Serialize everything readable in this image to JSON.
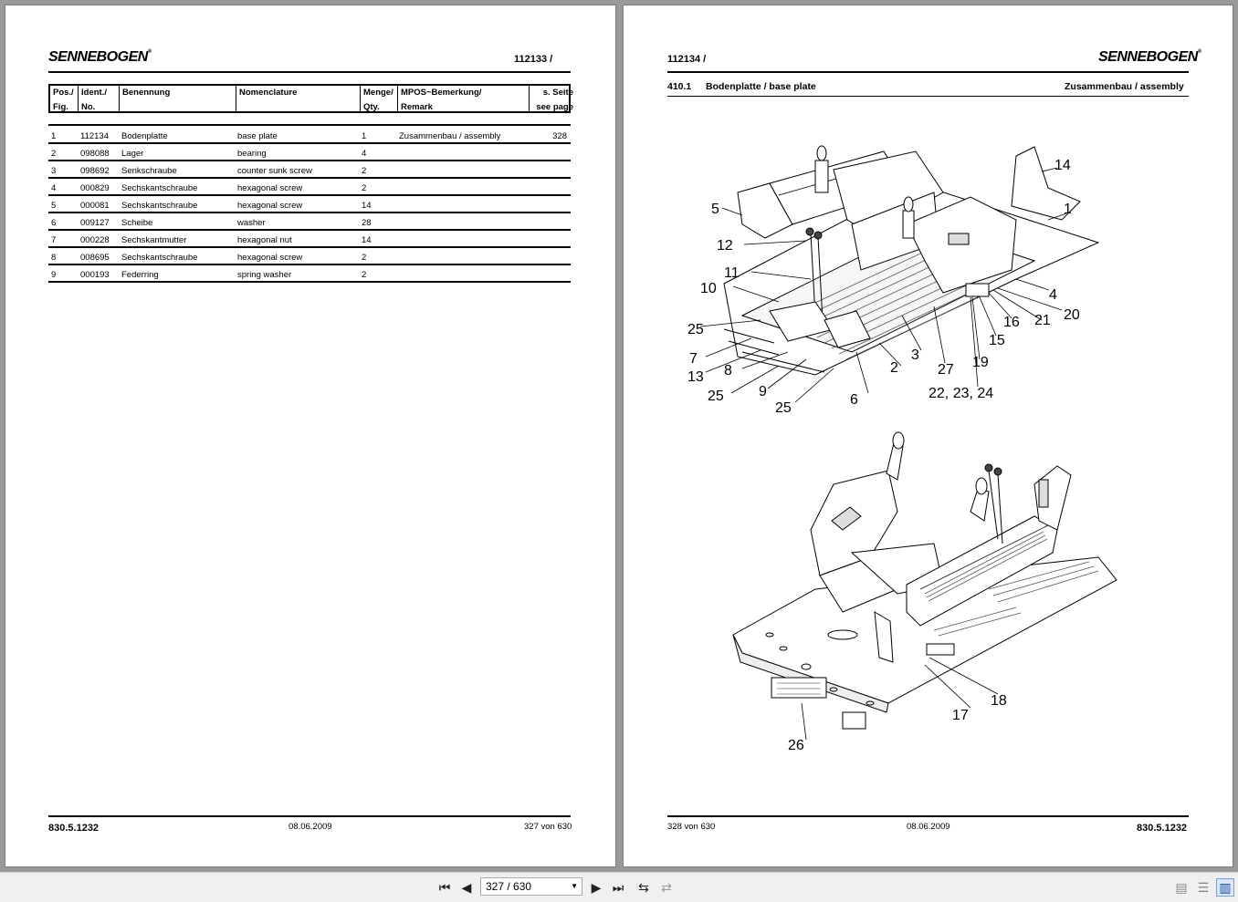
{
  "left_page": {
    "logo": "SENNEBOGEN",
    "doc_number": "112133 /",
    "table": {
      "headers": [
        [
          "Pos./",
          "Fig."
        ],
        [
          "Ident./",
          "No."
        ],
        [
          "Benennung",
          ""
        ],
        [
          "Nomenclature",
          ""
        ],
        [
          "Menge/",
          "Qty."
        ],
        [
          "MPOS~Bemerkung/",
          "Remark"
        ],
        [
          "s. Seite",
          "see page"
        ]
      ],
      "rows": [
        {
          "pos": "1",
          "ident": "112134",
          "benennung": "Bodenplatte",
          "nomenclature": "base plate",
          "qty": "1",
          "remark": "Zusammenbau / assembly",
          "page": "328"
        },
        {
          "pos": "2",
          "ident": "098088",
          "benennung": "Lager",
          "nomenclature": "bearing",
          "qty": "4",
          "remark": "",
          "page": ""
        },
        {
          "pos": "3",
          "ident": "098692",
          "benennung": "Senkschraube",
          "nomenclature": "counter sunk screw",
          "qty": "2",
          "remark": "",
          "page": ""
        },
        {
          "pos": "4",
          "ident": "000829",
          "benennung": "Sechskantschraube",
          "nomenclature": "hexagonal screw",
          "qty": "2",
          "remark": "",
          "page": ""
        },
        {
          "pos": "5",
          "ident": "000081",
          "benennung": "Sechskantschraube",
          "nomenclature": "hexagonal screw",
          "qty": "14",
          "remark": "",
          "page": ""
        },
        {
          "pos": "6",
          "ident": "009127",
          "benennung": "Scheibe",
          "nomenclature": "washer",
          "qty": "28",
          "remark": "",
          "page": ""
        },
        {
          "pos": "7",
          "ident": "000228",
          "benennung": "Sechskantmutter",
          "nomenclature": "hexagonal nut",
          "qty": "14",
          "remark": "",
          "page": ""
        },
        {
          "pos": "8",
          "ident": "008695",
          "benennung": "Sechskantschraube",
          "nomenclature": "hexagonal screw",
          "qty": "2",
          "remark": "",
          "page": ""
        },
        {
          "pos": "9",
          "ident": "000193",
          "benennung": "Federring",
          "nomenclature": "spring washer",
          "qty": "2",
          "remark": "",
          "page": ""
        }
      ]
    },
    "footer": {
      "doc": "830.5.1232",
      "date": "08.06.2009",
      "page": "327 von 630"
    }
  },
  "right_page": {
    "logo": "SENNEBOGEN",
    "doc_number": "112134 /",
    "section_number": "410.1",
    "section_title": "Bodenplatte / base plate",
    "section_right": "Zusammenbau / assembly",
    "callouts_top": [
      "14",
      "1",
      "5",
      "12",
      "11",
      "10",
      "4",
      "20",
      "16",
      "21",
      "15",
      "19",
      "3",
      "27",
      "2",
      "25",
      "7",
      "13",
      "8",
      "25",
      "9",
      "25",
      "6",
      "22, 23, 24"
    ],
    "callouts_bottom": [
      "18",
      "17",
      "26"
    ],
    "footer": {
      "page": "328 von 630",
      "date": "08.06.2009",
      "doc": "830.5.1232"
    }
  },
  "toolbar": {
    "page_indicator": "327 / 630",
    "icons": [
      "first-page-icon",
      "prev-page-icon",
      "next-page-icon",
      "last-page-icon",
      "rotate-icon",
      "fit-icon",
      "single-page-icon",
      "continuous-icon",
      "two-page-icon"
    ]
  }
}
